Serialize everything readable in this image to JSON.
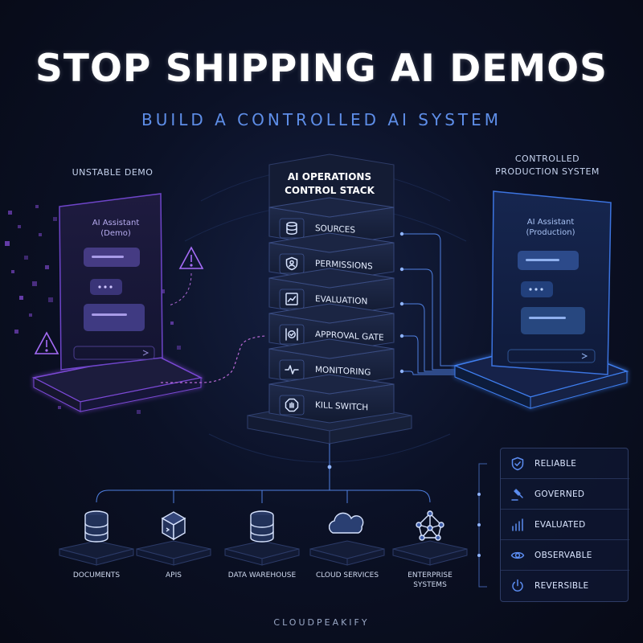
{
  "header": {
    "title": "STOP SHIPPING AI DEMOS",
    "subtitle": "BUILD A CONTROLLED AI SYSTEM"
  },
  "left_panel": {
    "label": "UNSTABLE DEMO",
    "screen_title": "AI Assistant",
    "screen_subtitle": "(Demo)",
    "accent": "#9b59f0"
  },
  "right_panel": {
    "label_line1": "CONTROLLED",
    "label_line2": "PRODUCTION SYSTEM",
    "screen_title": "AI Assistant",
    "screen_subtitle": "(Production)",
    "accent": "#3b7bf5"
  },
  "stack": {
    "title_line1": "AI OPERATIONS",
    "title_line2": "CONTROL STACK",
    "layers": [
      {
        "label": "SOURCES",
        "icon": "database-icon"
      },
      {
        "label": "PERMISSIONS",
        "icon": "shield-user-icon"
      },
      {
        "label": "EVALUATION",
        "icon": "chart-icon"
      },
      {
        "label": "APPROVAL GATE",
        "icon": "gate-check-icon"
      },
      {
        "label": "MONITORING",
        "icon": "pulse-icon"
      },
      {
        "label": "KILL SWITCH",
        "icon": "stop-hand-icon"
      }
    ]
  },
  "sources": [
    {
      "label": "DOCUMENTS",
      "icon": "database-icon"
    },
    {
      "label": "APIS",
      "icon": "cube-icon"
    },
    {
      "label": "DATA WAREHOUSE",
      "icon": "database-icon"
    },
    {
      "label": "CLOUD SERVICES",
      "icon": "cloud-icon"
    },
    {
      "label": "ENTERPRISE",
      "label2": "SYSTEMS",
      "icon": "network-icon"
    }
  ],
  "features": [
    {
      "label": "RELIABLE",
      "icon": "shield-check-icon"
    },
    {
      "label": "GOVERNED",
      "icon": "gavel-icon"
    },
    {
      "label": "EVALUATED",
      "icon": "bar-chart-icon"
    },
    {
      "label": "OBSERVABLE",
      "icon": "eye-icon"
    },
    {
      "label": "REVERSIBLE",
      "icon": "power-icon"
    }
  ],
  "footer": "CLOUDPEAKIFY"
}
